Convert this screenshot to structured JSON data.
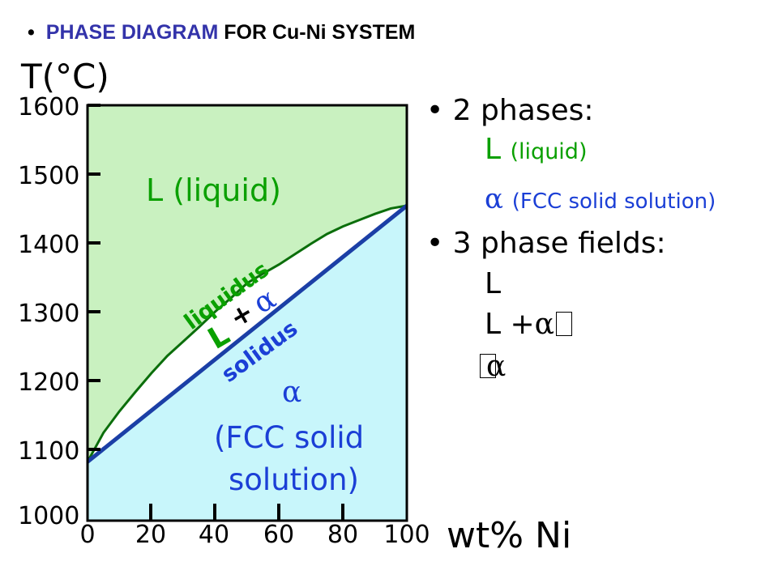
{
  "header": {
    "bullet": "•",
    "title_part1": "PHASE DIAGRAM",
    "title_part2": "FOR Cu-Ni SYSTEM"
  },
  "diagram": {
    "y_axis_label": "T(°C)",
    "x_axis_label": "wt% Ni",
    "y_ticks": [
      "1600",
      "1500",
      "1400",
      "1300",
      "1200",
      "1100",
      "1000"
    ],
    "x_ticks": [
      "0",
      "20",
      "40",
      "60",
      "80",
      "100"
    ],
    "region_liquid": "L (liquid)",
    "region_solid_alpha": "α",
    "region_solid_line1": "(FCC solid",
    "region_solid_line2": "solution)",
    "liquidus_label": "liquidus",
    "solidus_label": "solidus",
    "two_phase_L": "L",
    "two_phase_plus": "+",
    "two_phase_alpha": "α",
    "colors": {
      "liquid_fill": "#c9f1c0",
      "solid_fill": "#c8f6fb",
      "liquidus_line": "#0b6e0b",
      "solidus_line": "#1b3fa6",
      "green_text": "#0aa000",
      "blue_text": "#1b3fd6"
    }
  },
  "chart_data": {
    "type": "line",
    "title": "PHASE DIAGRAM FOR Cu-Ni SYSTEM",
    "xlabel": "wt% Ni",
    "ylabel": "T(°C)",
    "xlim": [
      0,
      100
    ],
    "ylim": [
      1000,
      1600
    ],
    "series": [
      {
        "name": "liquidus",
        "x": [
          0,
          5,
          10,
          15,
          20,
          25,
          30,
          35,
          40,
          45,
          50,
          55,
          60,
          65,
          70,
          75,
          80,
          85,
          90,
          95,
          100
        ],
        "y": [
          1085,
          1127,
          1158,
          1186,
          1213,
          1238,
          1259,
          1280,
          1302,
          1322,
          1343,
          1357,
          1370,
          1385,
          1400,
          1414,
          1425,
          1434,
          1443,
          1451,
          1455
        ]
      },
      {
        "name": "solidus",
        "x": [
          0,
          100
        ],
        "y": [
          1085,
          1455
        ]
      }
    ]
  },
  "right_panel": {
    "bullet1": "• 2 phases:",
    "phase_L": "L",
    "phase_L_desc": "(liquid)",
    "phase_alpha": "α",
    "phase_alpha_desc": "(FCC solid solution)",
    "bullet2": "• 3 phase fields:",
    "field1": "L",
    "field2_prefix": "L +",
    "field2_alpha": "α",
    "field3_alpha": "α"
  }
}
